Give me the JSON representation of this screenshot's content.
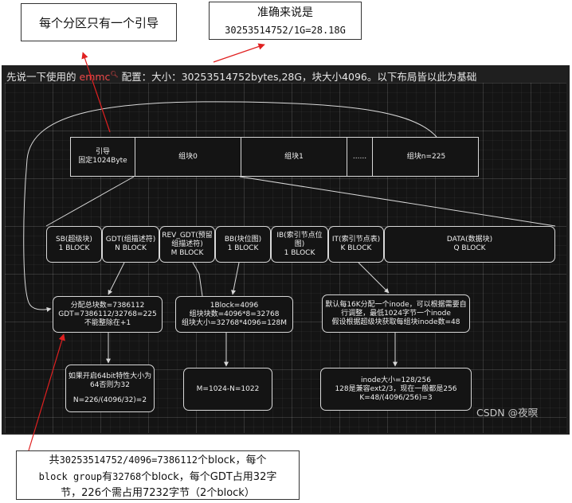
{
  "callouts": {
    "top_left": "每个分区只有一个引导",
    "top_right_title": "准确来说是",
    "top_right_formula": "30253514752/1G=28.18G",
    "bottom_line1_a": "共",
    "bottom_line1_b": "30253514752/4096=7386112",
    "bottom_line1_c": "个block，每个",
    "bottom_line2_a": "block group",
    "bottom_line2_b": "有",
    "bottom_line2_c": "32768",
    "bottom_line2_d": "个block，每个GDT占用32字",
    "bottom_line3": "节，226个需占用7232字节（2个block）"
  },
  "headline": {
    "prefix": "先说一下使用的",
    "emmc": "emmc",
    "suffix": "配置：大小：30253514752bytes,28G，块大小4096。以下布局皆以此为基础"
  },
  "row1": {
    "boot_line1": "引导",
    "boot_line2": "固定1024Byte",
    "group0": "组块0",
    "group1": "组块1",
    "dots": "......",
    "groupn": "组块n=225"
  },
  "row2": [
    {
      "line1": "SB(超级块)",
      "line2": "1 BLOCK"
    },
    {
      "line1": "GDT(组描述符)",
      "line2": "N BLOCK"
    },
    {
      "line1": "REV_GDT(预留",
      "line2": "组描述符)",
      "line3": "M BLOCK"
    },
    {
      "line1": "BB(块位图)",
      "line2": "1 BLOCK"
    },
    {
      "line1": "IB(索引节点位",
      "line2": "图)",
      "line3": "1 BLOCK"
    },
    {
      "line1": "IT(索引节点表)",
      "line2": "K BLOCK"
    },
    {
      "line1": "DATA(数据块)",
      "line2": "Q BLOCK"
    }
  ],
  "row3": {
    "alloc": [
      "分配总块数=7386112",
      "GDT=7386112/32768=225",
      "不能整除在+1"
    ],
    "block": [
      "1Block=4096",
      "组块块数=4096*8=32768",
      "组块大小=32768*4096=128M"
    ],
    "inode": [
      "默认每16K分配一个inode，可以根据需要自",
      "行调整，最低1024字节一个inode",
      "假设根据超级块获取每组块inode数=48"
    ]
  },
  "row4": {
    "n_calc": [
      "如果开启64bit特性大小为",
      "64否则为32",
      "",
      "N=226/(4096/32)=2"
    ],
    "m_calc": "M=1024-N=1022",
    "k_calc": [
      "inode大小=128/256",
      "128是兼容ext2/3，现在一般都是256",
      "K=48/(4096/256)=3"
    ]
  },
  "watermark": "CSDN @夜暝",
  "colors": {
    "arrow": "#e02020",
    "panel": "#141414",
    "line": "#d8d8d8",
    "emmc": "#f04a4a"
  }
}
